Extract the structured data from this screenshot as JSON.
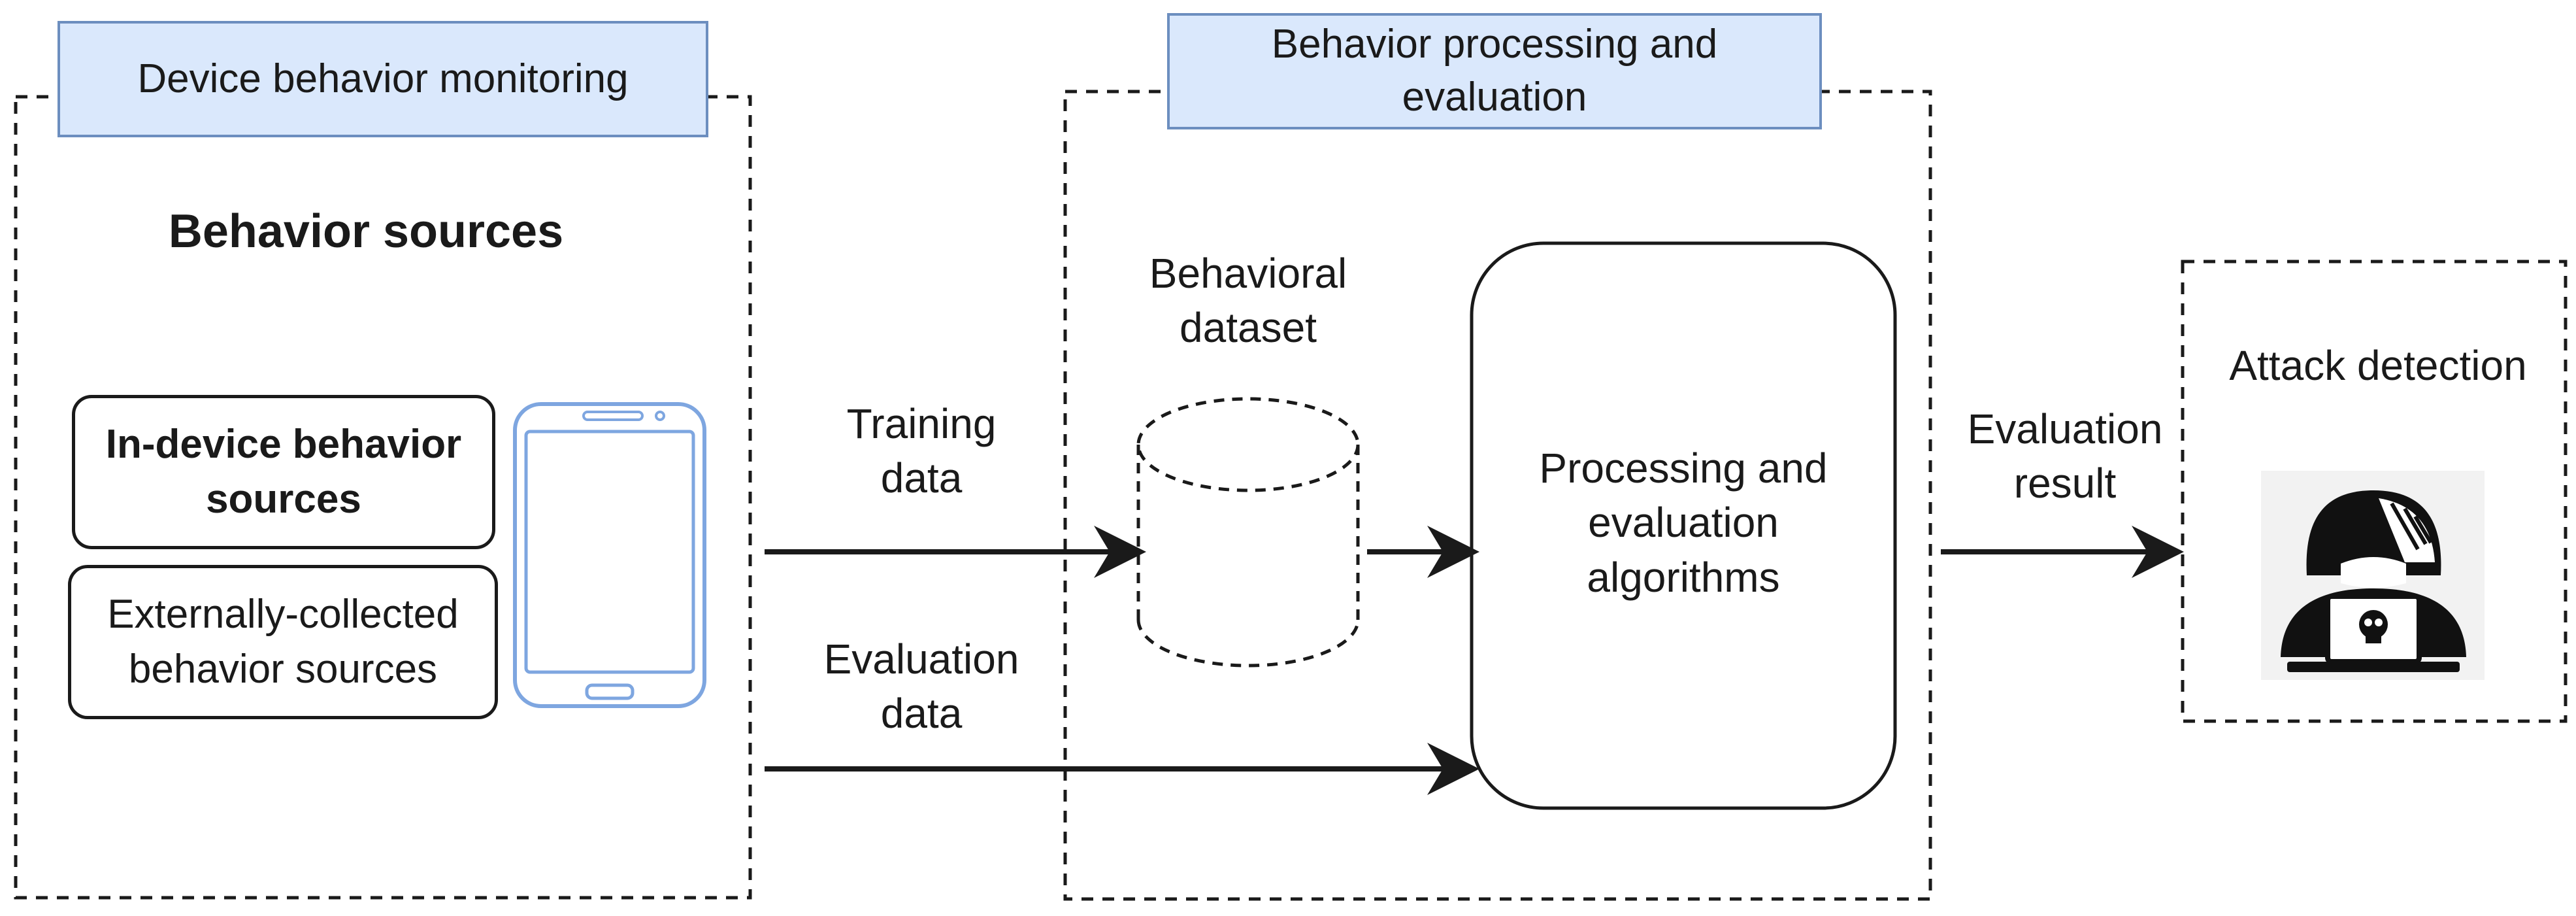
{
  "monitoring": {
    "title": "Device behavior monitoring",
    "sources_heading": "Behavior sources",
    "in_device": "In-device behavior\nsources",
    "external": "Externally-collected\nbehavior sources",
    "device_icon": "smartphone-icon"
  },
  "processing": {
    "title": "Behavior processing and\nevaluation",
    "dataset_label": "Behavioral\ndataset",
    "dataset_icon": "database-cylinder-icon",
    "algorithms": "Processing and\nevaluation\nalgorithms"
  },
  "edges": {
    "training": "Training\ndata",
    "evaluation_data": "Evaluation\ndata",
    "evaluation_result": "Evaluation\nresult"
  },
  "detection": {
    "title": "Attack detection",
    "icon": "hacker-laptop-icon"
  },
  "colors": {
    "tab_fill": "#dae8fc",
    "tab_stroke": "#6c8ebf",
    "phone_stroke": "#7ea6e0",
    "ink": "#1a1a1a"
  }
}
